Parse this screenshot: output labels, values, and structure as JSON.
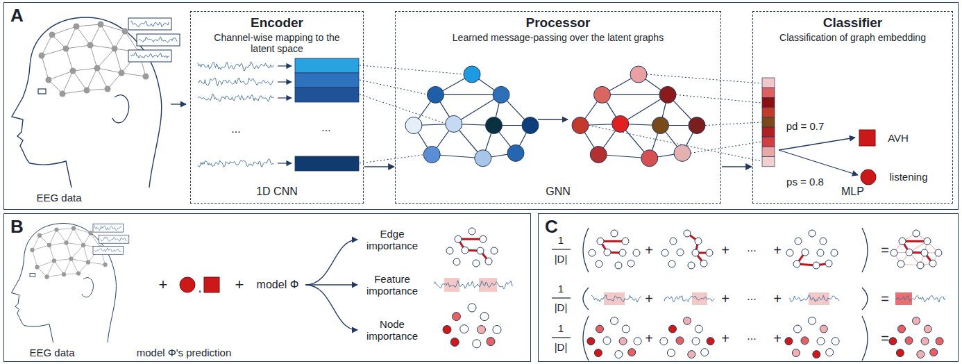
{
  "diagram": {
    "nodes": [
      {
        "text": [
          "A"
        ]
      },
      {
        "text": [
          "Encoder",
          "Channel-wise mapping to the latent space",
          "1D CNN"
        ],
        "in": 0
      },
      {
        "text": [
          "Processor",
          "Learned message-passing over the latent graphs",
          "GNN"
        ],
        "in": 0
      },
      {
        "text": [
          "Classifier",
          "Classification of graph embedding",
          "MLP"
        ],
        "in": 0
      },
      {
        "text": [
          "B"
        ]
      },
      {
        "text": [
          "C"
        ]
      }
    ],
    "edges": [
      {
        "from": 1,
        "to": 2,
        "arrow": "to"
      },
      {
        "from": 2,
        "to": 3,
        "arrow": "to"
      }
    ],
    "labels": [
      "EEG data",
      "...",
      "...",
      "pd = 0.7",
      "AVH",
      "ps = 0.8",
      "listening",
      "EEG data",
      "+",
      ",",
      "+",
      "model Φ",
      "model Φ's prediction",
      "Edge importance",
      "Feature importance",
      "Node importance",
      "1",
      "|D|",
      "+",
      "+",
      "...",
      "+",
      "=",
      "1",
      "|D|",
      "+",
      "+",
      "...",
      "+",
      "=",
      "1",
      "|D|",
      "+",
      "+",
      "...",
      "+",
      "="
    ]
  }
}
